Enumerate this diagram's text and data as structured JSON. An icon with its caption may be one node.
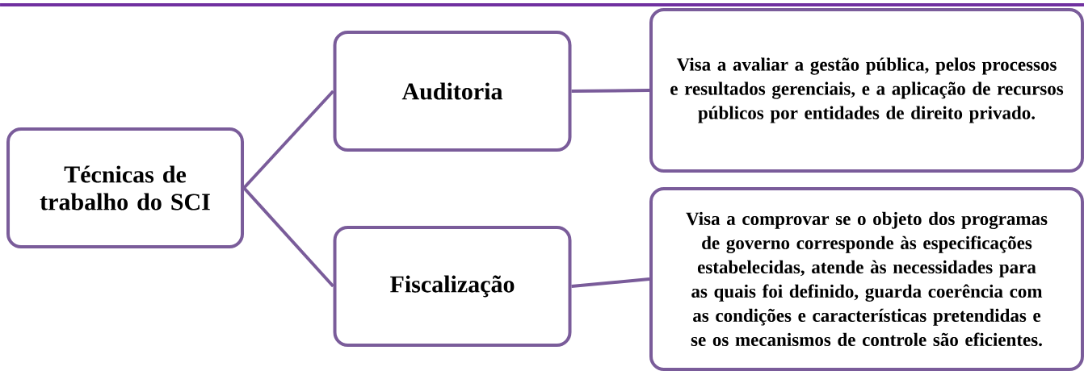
{
  "diagram": {
    "nodes": [
      {
        "text": [
          "Técnicas de trabalho do SCI"
        ]
      },
      {
        "text": [
          "Auditoria"
        ]
      },
      {
        "text": [
          "Fiscalização"
        ]
      },
      {
        "text": [
          "Visa a avaliar a gestão pública, pelos processos e resultados gerenciais, e a aplicação de recursos públicos por entidades de direito privado."
        ]
      },
      {
        "text": [
          "Visa a comprovar se o objeto dos programas de governo corresponde às especificações estabelecidas, atende às necessidades para as quais foi definido, guarda coerência com as condições e características pretendidas e se os mecanismos de controle são eficientes."
        ]
      }
    ],
    "edges": [
      {
        "from": 0,
        "to": 1,
        "arrow": "none"
      },
      {
        "from": 0,
        "to": 2,
        "arrow": "none"
      },
      {
        "from": 1,
        "to": 3,
        "arrow": "none"
      },
      {
        "from": 2,
        "to": 4,
        "arrow": "none"
      }
    ]
  }
}
